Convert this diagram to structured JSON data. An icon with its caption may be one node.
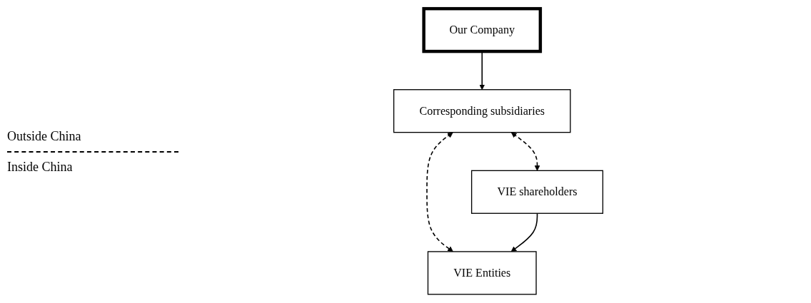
{
  "diagram": {
    "nodes": [
      {
        "text": [
          "Our Company"
        ]
      },
      {
        "text": [
          "Corresponding subsidiaries"
        ]
      },
      {
        "text": [
          "VIE shareholders"
        ]
      },
      {
        "text": [
          "VIE Entities"
        ]
      }
    ],
    "edges": [
      {
        "from": 0,
        "to": 1,
        "arrow": "to"
      },
      {
        "from": 1,
        "to": 2,
        "arrow": "both",
        "style": "dashed"
      },
      {
        "from": 1,
        "to": 3,
        "arrow": "both",
        "style": "dashed"
      },
      {
        "from": 2,
        "to": 3,
        "arrow": "to"
      }
    ],
    "labels": [
      "Outside China",
      "Inside China"
    ]
  }
}
